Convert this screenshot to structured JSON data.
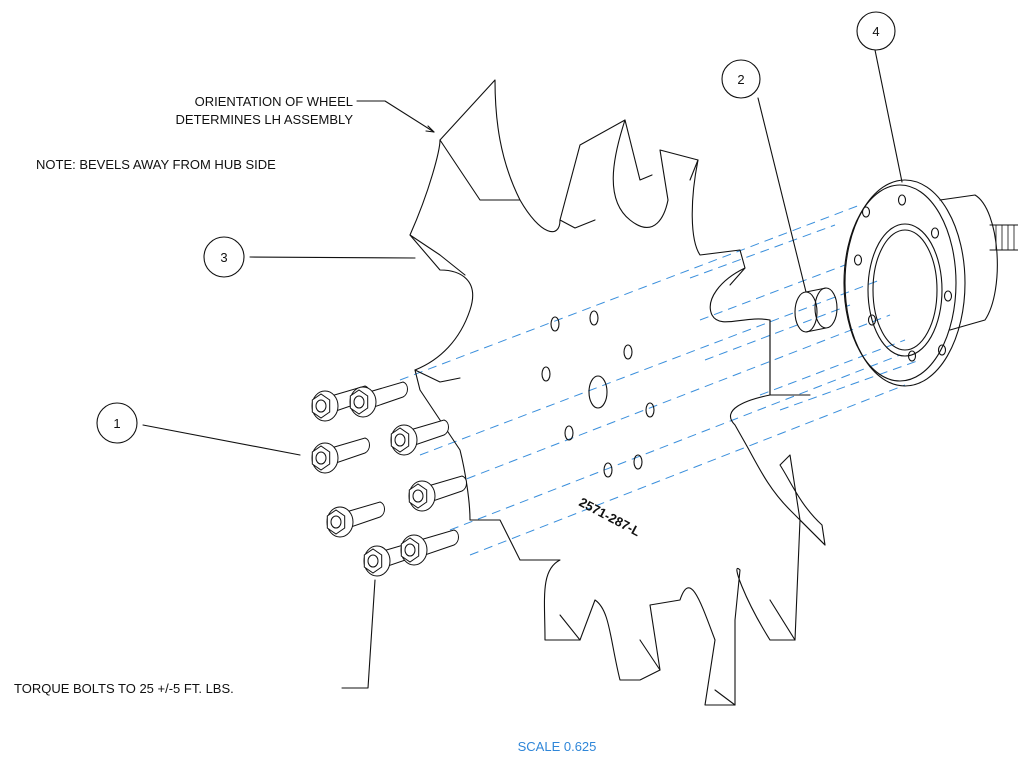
{
  "notes": {
    "orientation_line1": "ORIENTATION OF WHEEL",
    "orientation_line2": "DETERMINES LH ASSEMBLY",
    "bevels": "NOTE: BEVELS AWAY FROM HUB SIDE",
    "torque": "TORQUE BOLTS TO 25 +/-5 FT. LBS."
  },
  "callouts": [
    {
      "id": "1",
      "label": "1",
      "part": "bolt"
    },
    {
      "id": "2",
      "label": "2",
      "part": "bushing"
    },
    {
      "id": "3",
      "label": "3",
      "part": "wheel"
    },
    {
      "id": "4",
      "label": "4",
      "part": "hub"
    }
  ],
  "part_marking": "2571-287-L",
  "scale_label": "SCALE 0.625",
  "colors": {
    "line": "#111111",
    "hidden_lines": "#3a8fdc",
    "scale_text": "#2f86d8"
  }
}
